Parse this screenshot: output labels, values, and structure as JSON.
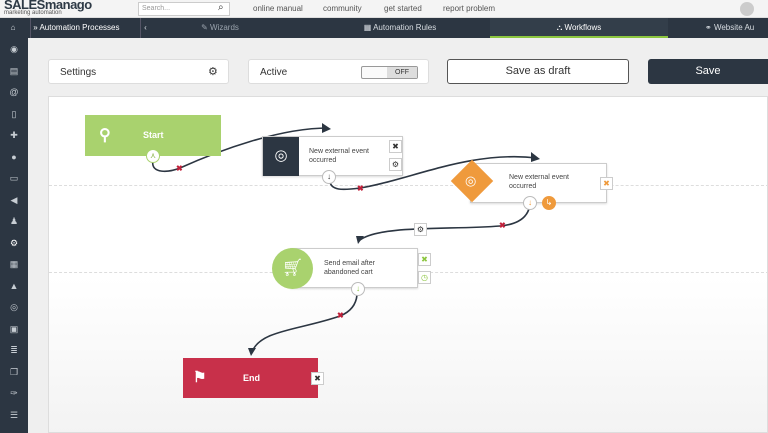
{
  "header": {
    "logo": "SALESmanago",
    "logo_sub": "marketing automation",
    "search_placeholder": "Search...",
    "links": [
      "online manual",
      "community",
      "get started",
      "report problem"
    ]
  },
  "nav": {
    "title": "Automation Processes",
    "tabs": [
      {
        "label": "Wizards"
      },
      {
        "label": "Automation Rules"
      },
      {
        "label": "Workflows"
      },
      {
        "label": "Website Au"
      }
    ]
  },
  "toolbar": {
    "settings": "Settings",
    "active": "Active",
    "toggle": "OFF",
    "save_draft": "Save as draft",
    "save": "Save"
  },
  "nodes": {
    "start": "Start",
    "event1": "New external event occurred",
    "event2": "New external event occurred",
    "email": "Send email after abandoned cart",
    "end": "End"
  },
  "colors": {
    "green": "#a9d26e",
    "dark": "#2c3642",
    "orange": "#ef9a3c",
    "red": "#c8304a"
  }
}
